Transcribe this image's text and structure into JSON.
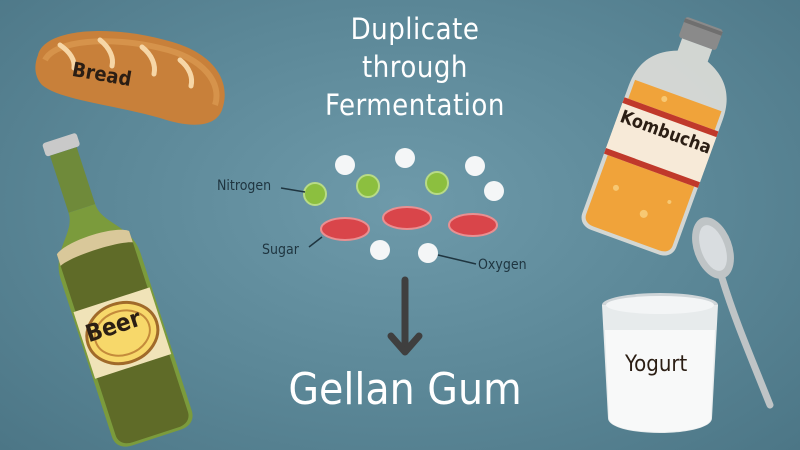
{
  "title": {
    "line1": "Duplicate",
    "line2": "through",
    "line3": "Fermentation"
  },
  "molecules": {
    "nitrogen_label": "Nitrogen",
    "sugar_label": "Sugar",
    "oxygen_label": "Oxygen"
  },
  "result_label": "Gellan Gum",
  "foods": {
    "bread": "Bread",
    "beer": "Beer",
    "kombucha": "Kombucha",
    "yogurt": "Yogurt"
  },
  "colors": {
    "background": "#5b8797",
    "nitrogen": "#8cbf3f",
    "sugar": "#d9454a",
    "oxygen": "#f4f6f7",
    "arrow": "#3f3f3f"
  }
}
